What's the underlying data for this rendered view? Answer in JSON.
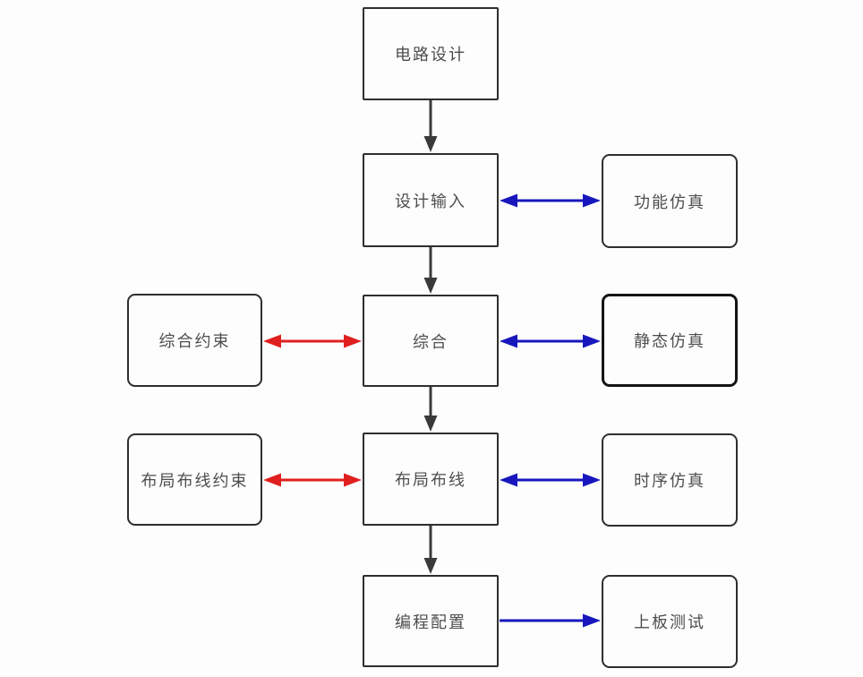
{
  "diagram": {
    "type": "flowchart",
    "description_nodes_flow": [
      "电路设计",
      "设计输入",
      "综合",
      "布局布线",
      "编程配置"
    ],
    "nodes": {
      "circuit_design": {
        "label": "电路设计"
      },
      "design_input": {
        "label": "设计输入"
      },
      "synthesis": {
        "label": "综合"
      },
      "place_route": {
        "label": "布局布线"
      },
      "program_config": {
        "label": "编程配置"
      },
      "functional_sim": {
        "label": "功能仿真"
      },
      "static_sim": {
        "label": "静态仿真"
      },
      "timing_sim": {
        "label": "时序仿真"
      },
      "board_test": {
        "label": "上板测试"
      },
      "synthesis_constraints": {
        "label": "综合约束"
      },
      "place_route_constraints": {
        "label": "布局布线约束"
      }
    },
    "edges": [
      {
        "from": "电路设计",
        "to": "设计输入",
        "style": "black-down"
      },
      {
        "from": "设计输入",
        "to": "综合",
        "style": "black-down"
      },
      {
        "from": "综合",
        "to": "布局布线",
        "style": "black-down"
      },
      {
        "from": "布局布线",
        "to": "编程配置",
        "style": "black-down"
      },
      {
        "from": "设计输入",
        "to": "功能仿真",
        "style": "blue-double"
      },
      {
        "from": "综合",
        "to": "静态仿真",
        "style": "blue-double"
      },
      {
        "from": "布局布线",
        "to": "时序仿真",
        "style": "blue-double"
      },
      {
        "from": "编程配置",
        "to": "上板测试",
        "style": "blue-single"
      },
      {
        "from": "综合约束",
        "to": "综合",
        "style": "red-double"
      },
      {
        "from": "布局布线约束",
        "to": "布局布线",
        "style": "red-double"
      }
    ]
  },
  "colors": {
    "background": "#fdfdfd",
    "box_border": "#2e2e2e",
    "label_text": "#4e4e4e",
    "flow_arrow": "#3a3a3a",
    "constraint_arrow": "#e01f1f",
    "simulation_arrow": "#1717bd"
  }
}
